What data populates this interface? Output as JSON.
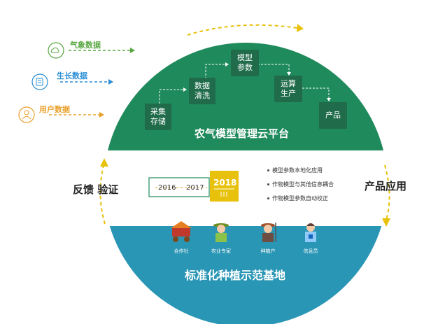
{
  "inputs": [
    {
      "label": "气象数据",
      "icon": "cloud-icon",
      "color": "#5aa844"
    },
    {
      "label": "生长数据",
      "icon": "plant-list-icon",
      "color": "#2b8fd6"
    },
    {
      "label": "用户数据",
      "icon": "user-icon",
      "color": "#e9a02a"
    }
  ],
  "platform": {
    "title": "农气模型管理云平台",
    "steps": [
      {
        "line1": "采集",
        "line2": "存储"
      },
      {
        "line1": "数据",
        "line2": "清洗"
      },
      {
        "line1": "模型",
        "line2": "参数"
      },
      {
        "line1": "运算",
        "line2": "生产"
      },
      {
        "line1": "产品",
        "line2": ""
      }
    ]
  },
  "middle": {
    "left_label": "反馈 验证",
    "right_label": "产品应用",
    "years": [
      "2016",
      "2017",
      "2018"
    ],
    "bullets": [
      "模型参数本地化应用",
      "作物模型与其他信息耦合",
      "作物模型参数自动校正"
    ]
  },
  "base": {
    "title": "标准化种植示范基地",
    "roles": [
      {
        "label": "合作社",
        "icon": "cooperative-cart-icon"
      },
      {
        "label": "农业专家",
        "icon": "expert-icon"
      },
      {
        "label": "种植户",
        "icon": "farmer-icon"
      },
      {
        "label": "信息员",
        "icon": "info-officer-icon"
      }
    ]
  },
  "colors": {
    "green": "#1f8a5c",
    "box": "#1f6b4a",
    "blue": "#2a96b5",
    "yellow": "#e8c10c",
    "orange": "#e59a1c"
  }
}
